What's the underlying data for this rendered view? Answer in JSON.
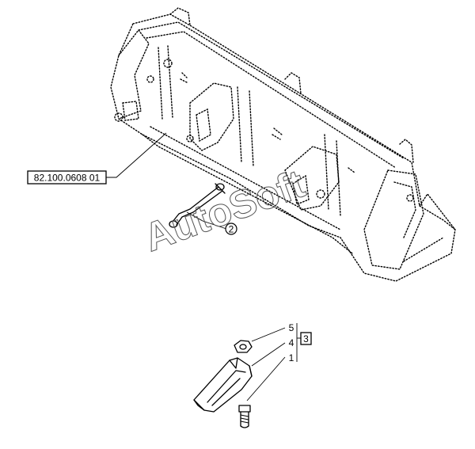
{
  "watermark": "AutoSoft",
  "callouts": {
    "assembly": "82.100.0608 01",
    "item1": "1",
    "item2": "2",
    "item3": "3",
    "item4": "4",
    "item5": "5"
  }
}
